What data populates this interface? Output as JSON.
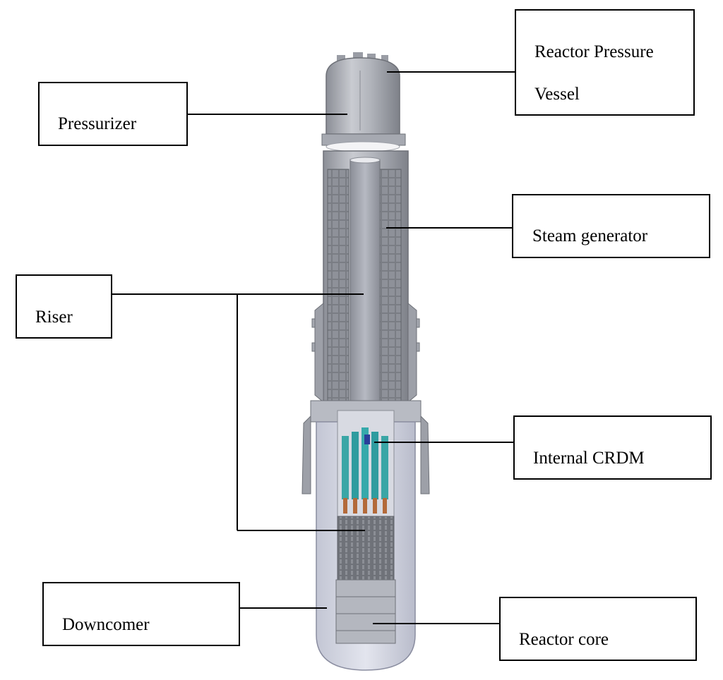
{
  "figure": {
    "labels": {
      "reactor_pressure_vessel_line1": "Reactor  Pressure",
      "reactor_pressure_vessel_line2": "Vessel",
      "pressurizer": "Pressurizer",
      "steam_generator": "Steam generator",
      "riser": "Riser",
      "internal_crdm": "Internal CRDM",
      "downcomer": "Downcomer",
      "reactor_core": "Reactor core"
    }
  }
}
